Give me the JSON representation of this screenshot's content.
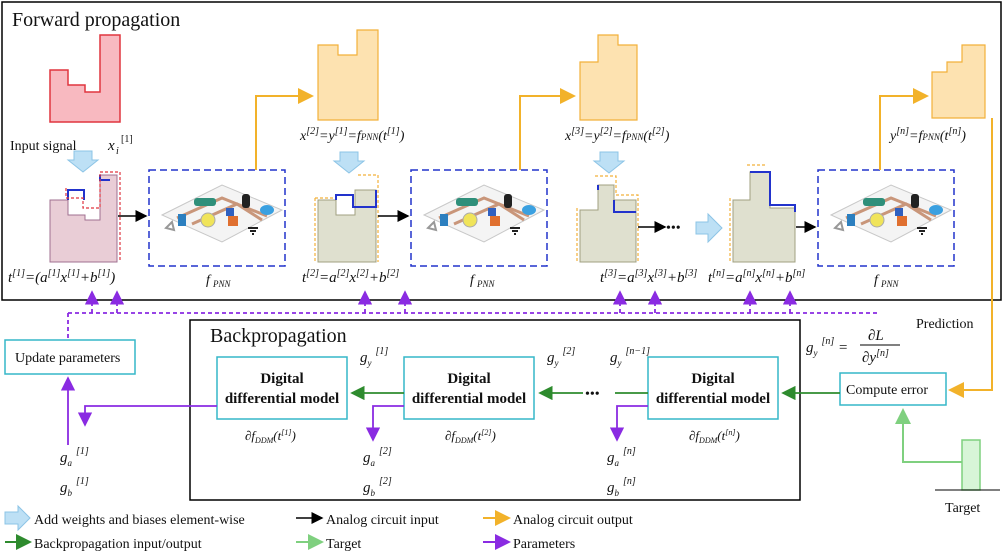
{
  "forward": {
    "title": "Forward propagation",
    "input_signal": "Input signal",
    "x1": "x",
    "x1_sub": "i",
    "x1_sup": "[1]",
    "eq2": "x",
    "eq2_rest": "=y",
    "eq2_fn": "=f",
    "eq3_rest": "=y",
    "yn_label": "y",
    "fpnn": "f",
    "fpnn_sub": "PNN",
    "t1": "t",
    "t1_rest": "=(a",
    "t1_tail": "+b",
    "t2_rest": "=a",
    "t3_rest": "=a",
    "tn_rest": "=a",
    "sup1": "[1]",
    "sup2": "[2]",
    "sup3": "[3]",
    "supn": "[n]",
    "ellipsis": "•••"
  },
  "backward": {
    "title": "Backpropagation",
    "digital_line1": "Digital",
    "digital_line2": "differential model",
    "partial": "∂f",
    "ddm": "DDM",
    "update": "Update parameters",
    "compute_error": "Compute error",
    "prediction": "Prediction",
    "target": "Target",
    "g": "g",
    "gy_formula_L": "∂L",
    "ellipsis": "•••"
  },
  "legend": {
    "add_weights": "Add weights and biases element-wise",
    "analog_input": "Analog circuit input",
    "analog_output": "Analog circuit output",
    "bp_io": "Backpropagation input/output",
    "target": "Target",
    "parameters": "Parameters"
  },
  "colors": {
    "red_fill": "#f8b9c0",
    "red_stroke": "#e0353f",
    "orange_fill": "#fde2b0",
    "orange_stroke": "#f2b13a",
    "blue_dash": "#2233cc",
    "cyan": "#35b7c8",
    "green": "#3a9a3a",
    "light_green": "#8fdc8f",
    "purple": "#8a2be2",
    "gold_arrow": "#f2b22a",
    "lightblue_arrow": "#bde0f5"
  }
}
